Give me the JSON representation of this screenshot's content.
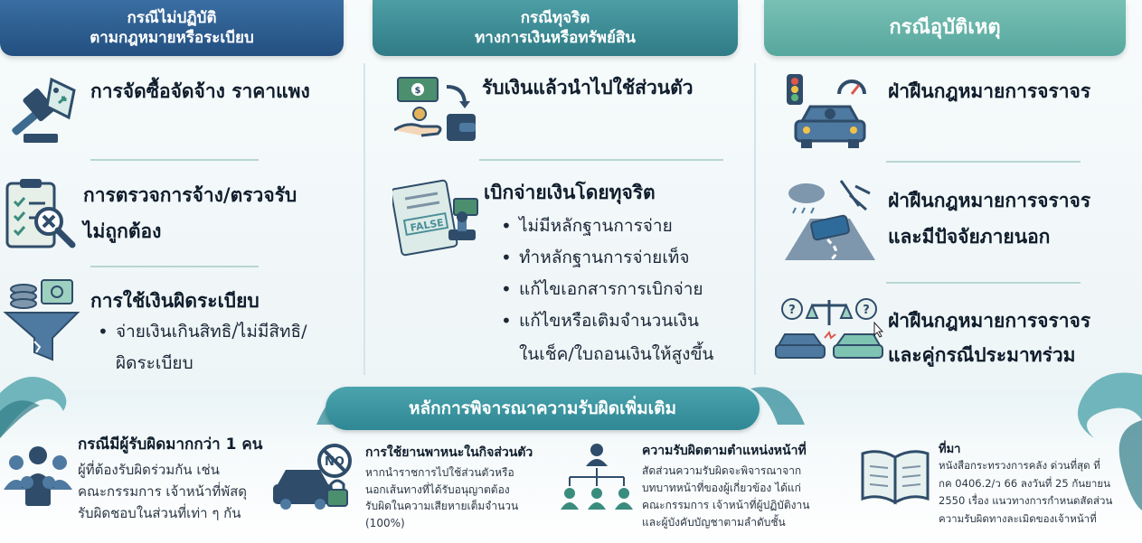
{
  "headers": {
    "col1_line1": "กรณีไม่ปฏิบัติ",
    "col1_line2": "ตามกฎหมายหรือระเบียบ",
    "col2_line1": "กรณีทุจริต",
    "col2_line2": "ทางการเงินหรือทรัพย์สิน",
    "col3": "กรณีอุบัติเหตุ"
  },
  "col1": {
    "item1": "การจัดซื้อจัดจ้าง ราคาแพง",
    "item2_line1": "การตรวจการจ้าง/ตรวจรับ",
    "item2_line2": "ไม่ถูกต้อง",
    "item3": "การใช้เงินผิดระเบียบ",
    "item3_bullet": "จ่ายเงินเกินสิทธิ/ไม่มีสิทธิ/",
    "item3_cont": "ผิดระเบียบ"
  },
  "col2": {
    "item1": "รับเงินแล้วนำไปใช้ส่วนตัว",
    "item2": "เบิกจ่ายเงินโดยทุจริต",
    "bullets": [
      "ไม่มีหลักฐานการจ่าย",
      "ทำหลักฐานการจ่ายเท็จ",
      "แก้ไขเอกสารการเบิกจ่าย",
      "แก้ไขหรือเติมจำนวนเงิน"
    ],
    "bullet_cont": "ในเช็ค/ใบถอนเงินให้สูงขึ้น",
    "false_stamp": "FALSE"
  },
  "col3": {
    "item1": "ฝ่าฝืนกฎหมายการจราจร",
    "item2_line1": "ฝ่าฝืนกฎหมายการจราจร",
    "item2_line2": "และมีปัจจัยภายนอก",
    "item3_line1": "ฝ่าฝืนกฎหมายการจราจร",
    "item3_line2": "และคู่กรณีประมาทร่วม"
  },
  "banner": "หลักการพิจารณาความรับผิดเพิ่มเติม",
  "bottom": {
    "b1_title": "กรณีมีผู้รับผิดมากกว่า 1 คน",
    "b1_lines": [
      "ผู้ที่ต้องรับผิดร่วมกัน เช่น",
      "คณะกรรมการ เจ้าหน้าที่พัสดุ",
      "รับผิดชอบในส่วนที่เท่า ๆ กัน"
    ],
    "b2_title": "การใช้ยานพาหนะในกิจส่วนตัว",
    "b2_lines": [
      "หากนำราชการไปใช้ส่วนตัวหรือ",
      "นอกเส้นทางที่ได้รับอนุญาตต้อง",
      "รับผิดในความเสียหายเต็มจำนวน",
      "(100%)"
    ],
    "b2_sign": "NO",
    "b3_title": "ความรับผิดตามตำแหน่งหน้าที่",
    "b3_lines": [
      "สัดส่วนความรับผิดจะพิจารณาจาก",
      "บทบาทหน้าที่ของผู้เกี่ยวข้อง ได้แก่",
      "คณะกรรมการ เจ้าหน้าที่ผู้ปฏิบัติงาน",
      "และผู้บังคับบัญชาตามลำดับชั้น"
    ],
    "b4_title": "ที่มา",
    "b4_lines": [
      "หนังสือกระทรวงการคลัง ด่วนที่สุด ที่",
      "กค 0406.2/ว 66 ลงวันที่ 25 กันยายน",
      "2550 เรื่อง แนวทางการกำหนดสัดส่วน",
      "ความรับผิดทางละเมิดของเจ้าหน้าที่"
    ]
  },
  "colors": {
    "header1": "#234f80",
    "header2": "#2f7b86",
    "header3": "#56a79e",
    "banner": "#2f8894"
  }
}
